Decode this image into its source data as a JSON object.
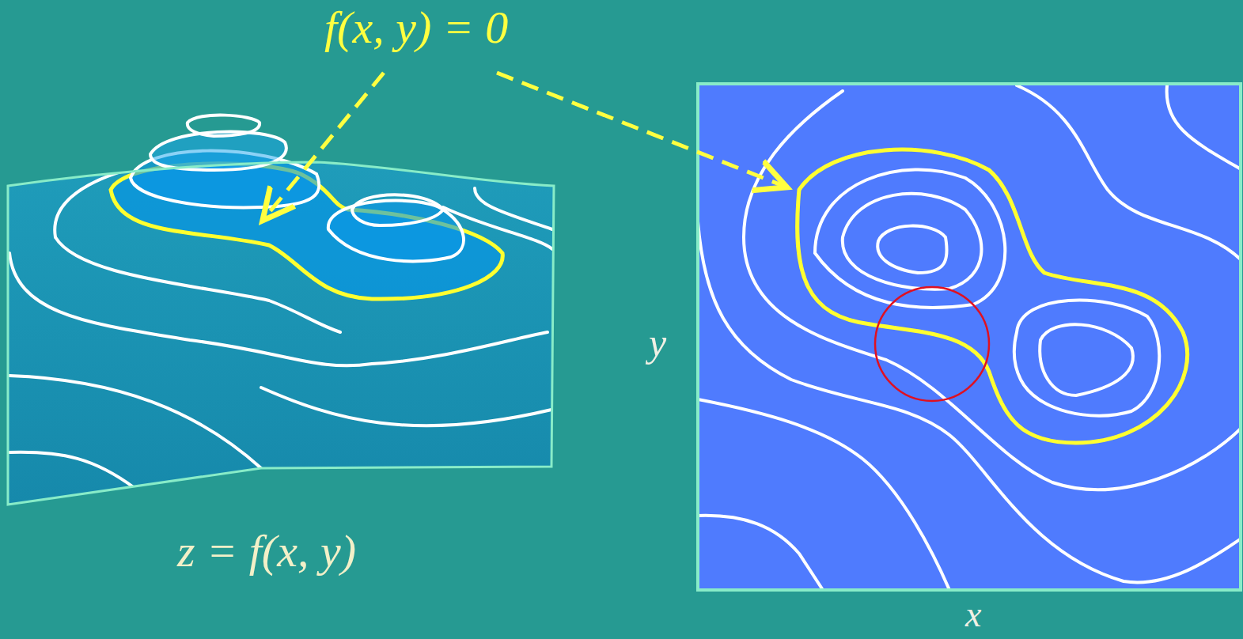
{
  "diagram": {
    "labels": [
      "f(x, y) = 0",
      "z = f(x, y)",
      "y",
      "x"
    ]
  }
}
